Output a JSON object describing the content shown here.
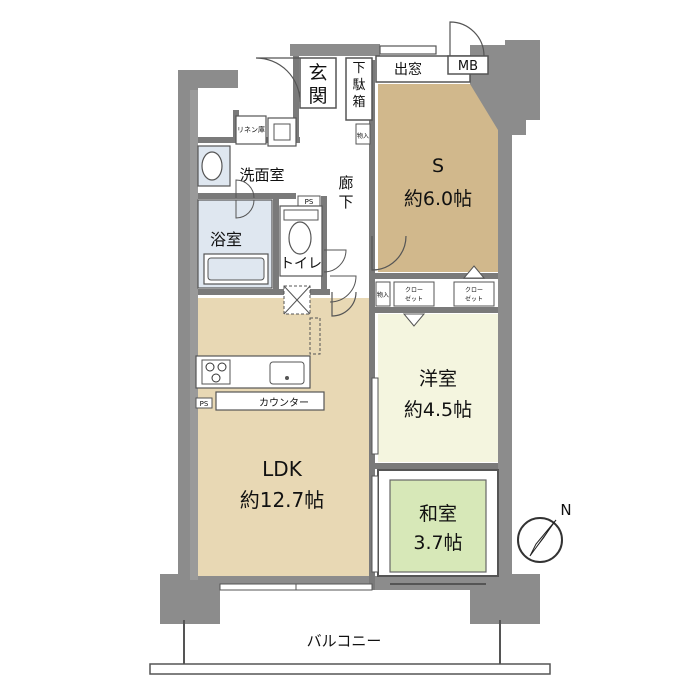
{
  "rooms": {
    "entrance": {
      "name": "玄関"
    },
    "shoe_box": {
      "name": "下駄箱"
    },
    "bay_window": {
      "name": "出窓"
    },
    "meter_box": {
      "name": "MB"
    },
    "linen": {
      "name": "リネン庫"
    },
    "washroom": {
      "name": "洗面室"
    },
    "hallway": {
      "name": "廊下"
    },
    "ps1": {
      "name": "PS"
    },
    "ps2": {
      "name": "PS"
    },
    "bath": {
      "name": "浴室"
    },
    "toilet": {
      "name": "トイレ"
    },
    "storage_s": {
      "name": "物入"
    },
    "storage_hall": {
      "name": "物入"
    },
    "s_room": {
      "name": "S",
      "size": "約6.0帖"
    },
    "closet1": {
      "name": "クローゼット"
    },
    "closet2": {
      "name": "クローゼット"
    },
    "western": {
      "name": "洋室",
      "size": "約4.5帖"
    },
    "counter": {
      "name": "カウンター"
    },
    "ldk": {
      "name": "LDK",
      "size": "約12.7帖"
    },
    "japanese": {
      "name": "和室",
      "size": "3.7帖"
    },
    "balcony": {
      "name": "バルコニー"
    }
  },
  "compass": {
    "label": "N"
  },
  "colors": {
    "wall": "#8c8c8c",
    "wood": "#e8d8b4",
    "s_room": "#d1b88c",
    "western": "#f4f5df",
    "tatami": "#d7e8b8",
    "wet": "#dfe7f0",
    "white": "#ffffff"
  }
}
